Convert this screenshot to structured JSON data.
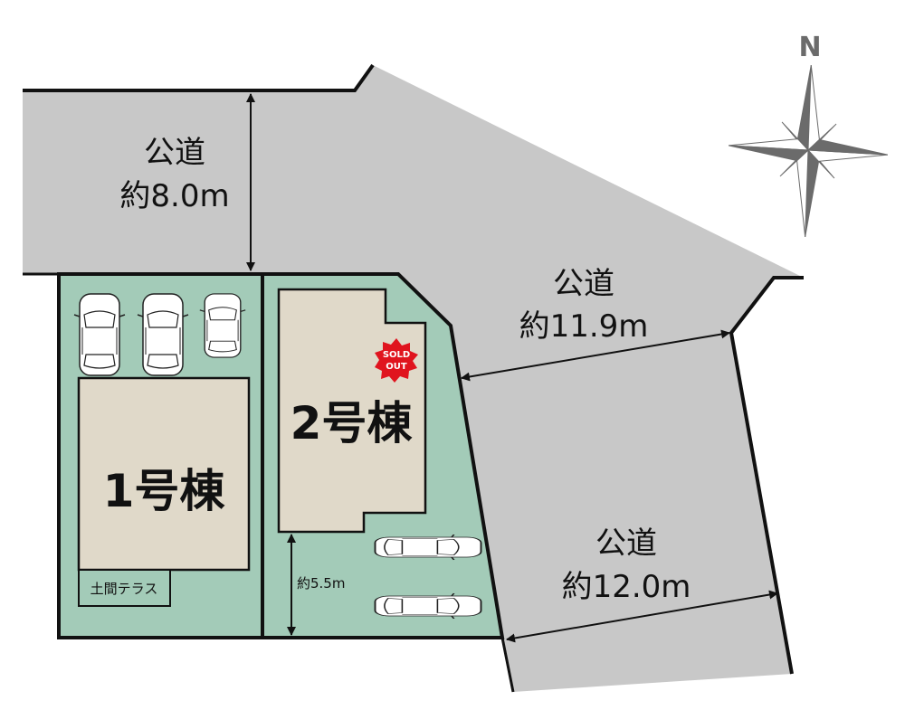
{
  "colors": {
    "road": "#c8c8c8",
    "lot": "#a3cbb8",
    "building": "#e0d9c9",
    "line": "#111111",
    "compass": "#6b6b6b",
    "sold_out": "#e0141e"
  },
  "compass": {
    "north_label": "N"
  },
  "roads": [
    {
      "name": "公道",
      "width": "約8.0m"
    },
    {
      "name": "公道",
      "width": "約11.9m"
    },
    {
      "name": "公道",
      "width": "約12.0m"
    }
  ],
  "lots": [
    {
      "label": "1号棟",
      "terrace": "土間テラス"
    },
    {
      "label": "2号棟",
      "badge_line1": "SOLD",
      "badge_line2": "OUT",
      "setback": "約5.5m"
    }
  ]
}
